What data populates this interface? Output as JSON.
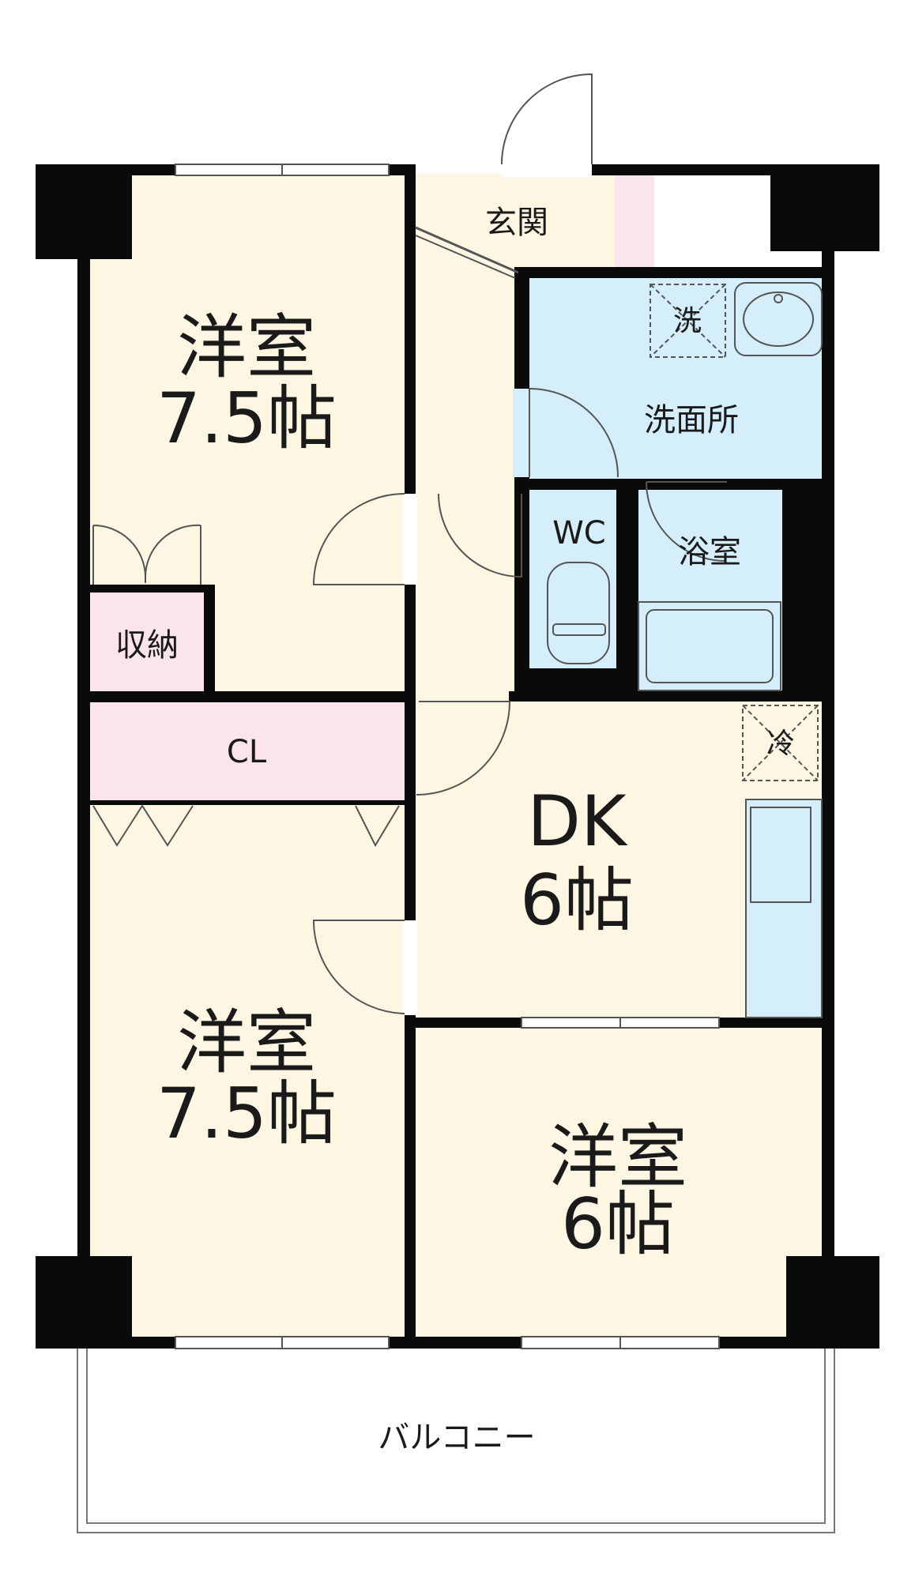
{
  "rooms": {
    "room_nw": {
      "name": "洋室",
      "size": "7.5帖"
    },
    "room_sw": {
      "name": "洋室",
      "size": "7.5帖"
    },
    "room_se": {
      "name": "洋室",
      "size": "6帖"
    },
    "dk": {
      "name": "DK",
      "size": "6帖"
    },
    "entrance": "玄関",
    "washroom": "洗面所",
    "wc": "WC",
    "bath": "浴室",
    "storage": "収納",
    "closet": "CL",
    "balcony": "バルコニー",
    "washer": "洗",
    "fridge": "冷"
  },
  "colors": {
    "room_floor": "#fdf6e3",
    "wet_area": "#d4eefb",
    "storage": "#fbe4ec",
    "wall": "#0a0a0a",
    "fixture_line": "#555555"
  }
}
